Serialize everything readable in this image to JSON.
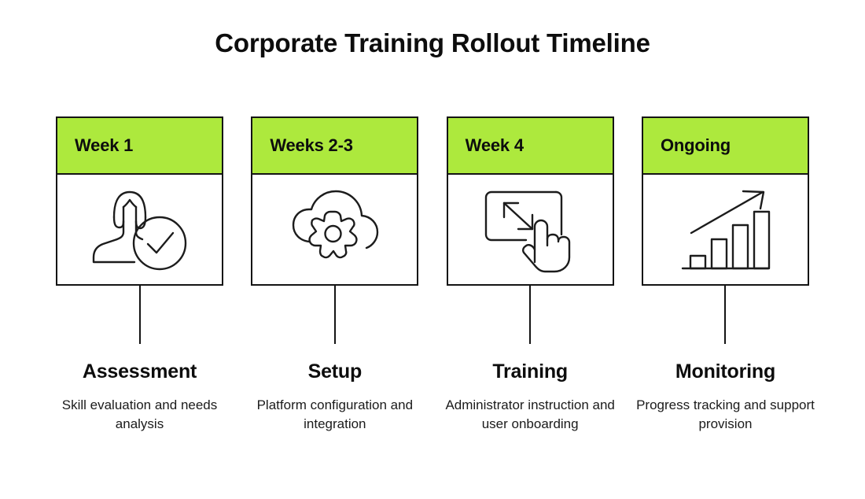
{
  "page": {
    "title": "Corporate Training Rollout Timeline",
    "background_color": "#ffffff",
    "accent_color": "#ADE93D",
    "outline_color": "#141414",
    "text_color": "#0d0d0d"
  },
  "steps": [
    {
      "period": "Week 1",
      "icon": "person-check-icon",
      "title": "Assessment",
      "description": "Skill evaluation and needs analysis"
    },
    {
      "period": "Weeks 2-3",
      "icon": "cloud-gear-icon",
      "title": "Setup",
      "description": "Platform configuration and integration"
    },
    {
      "period": "Week 4",
      "icon": "screen-hand-icon",
      "title": "Training",
      "description": "Administrator instruction and user onboarding"
    },
    {
      "period": "Ongoing",
      "icon": "growth-chart-icon",
      "title": "Monitoring",
      "description": "Progress tracking and support provision"
    }
  ]
}
